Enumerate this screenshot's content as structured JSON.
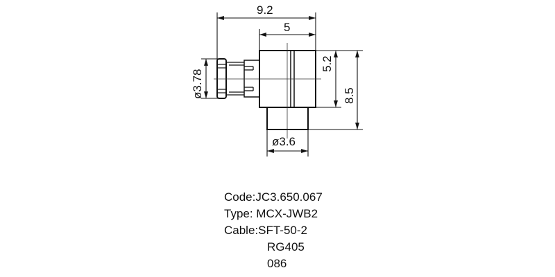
{
  "drawing": {
    "dimensions": {
      "overall_length": "9.2",
      "body_length": "5",
      "body_height": "5.2",
      "total_height": "8.5",
      "plug_diameter": "ø3.78",
      "cable_entry_diameter": "ø3.6"
    }
  },
  "spec": {
    "code": "Code:JC3.650.067",
    "type": "Type: MCX-JWB2",
    "cable": "Cable:SFT-50-2",
    "cable_alt1": "RG405",
    "cable_alt2": "086"
  }
}
